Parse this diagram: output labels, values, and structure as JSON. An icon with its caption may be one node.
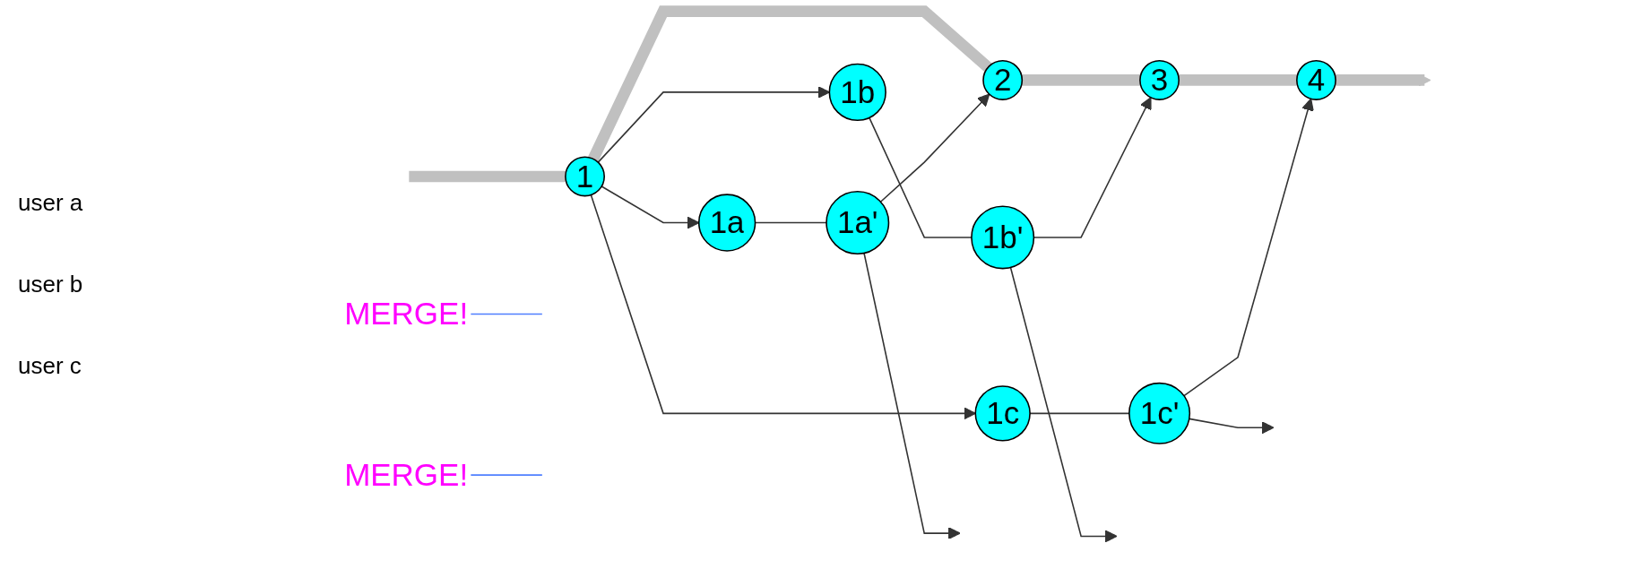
{
  "diagram": {
    "nodes": [
      {
        "text": [
          "1"
        ]
      },
      {
        "text": [
          "2"
        ]
      },
      {
        "text": [
          "3"
        ]
      },
      {
        "text": [
          "4"
        ]
      },
      {
        "text": [
          "MERGE!"
        ]
      },
      {
        "text": [
          "MERGE!"
        ]
      },
      {
        "text": [
          "1a"
        ]
      },
      {
        "text": [
          "1a'"
        ]
      },
      {
        "text": [
          "1b"
        ]
      },
      {
        "text": [
          "1b'"
        ]
      },
      {
        "text": [
          "1c"
        ]
      },
      {
        "text": [
          "1c'"
        ]
      }
    ],
    "edges": [
      {
        "from": null,
        "to": 0,
        "arrow": "none",
        "style": "thick",
        "color": "#c0c0c0"
      },
      {
        "from": 0,
        "to": 1,
        "arrow": "none",
        "style": "thick",
        "color": "#c0c0c0"
      },
      {
        "from": 1,
        "to": 2,
        "arrow": "none",
        "style": "thick",
        "color": "#c0c0c0"
      },
      {
        "from": 2,
        "to": 3,
        "arrow": "none",
        "style": "thick",
        "color": "#c0c0c0"
      },
      {
        "from": 3,
        "to": null,
        "arrow": "to",
        "style": "thick",
        "color": "#c0c0c0"
      },
      {
        "from": 0,
        "to": 6,
        "arrow": "to"
      },
      {
        "from": 0,
        "to": 8,
        "arrow": "to"
      },
      {
        "from": 0,
        "to": 10,
        "arrow": "to"
      },
      {
        "from": 6,
        "to": 7,
        "arrow": "none"
      },
      {
        "from": 7,
        "to": null,
        "arrow": "to"
      },
      {
        "from": 7,
        "to": 1,
        "arrow": "to"
      },
      {
        "from": 8,
        "to": 9,
        "arrow": "none"
      },
      {
        "from": 9,
        "to": null,
        "arrow": "to"
      },
      {
        "from": 9,
        "to": 2,
        "arrow": "to"
      },
      {
        "from": 10,
        "to": 11,
        "arrow": "none"
      },
      {
        "from": 11,
        "to": null,
        "arrow": "to"
      },
      {
        "from": 11,
        "to": 3,
        "arrow": "to"
      },
      {
        "from": 4,
        "to": null,
        "arrow": "none",
        "color": "#4f7fff"
      },
      {
        "from": 5,
        "to": null,
        "arrow": "none",
        "color": "#4f7fff"
      }
    ],
    "labels": [
      "user a",
      "user b",
      "user c"
    ]
  }
}
